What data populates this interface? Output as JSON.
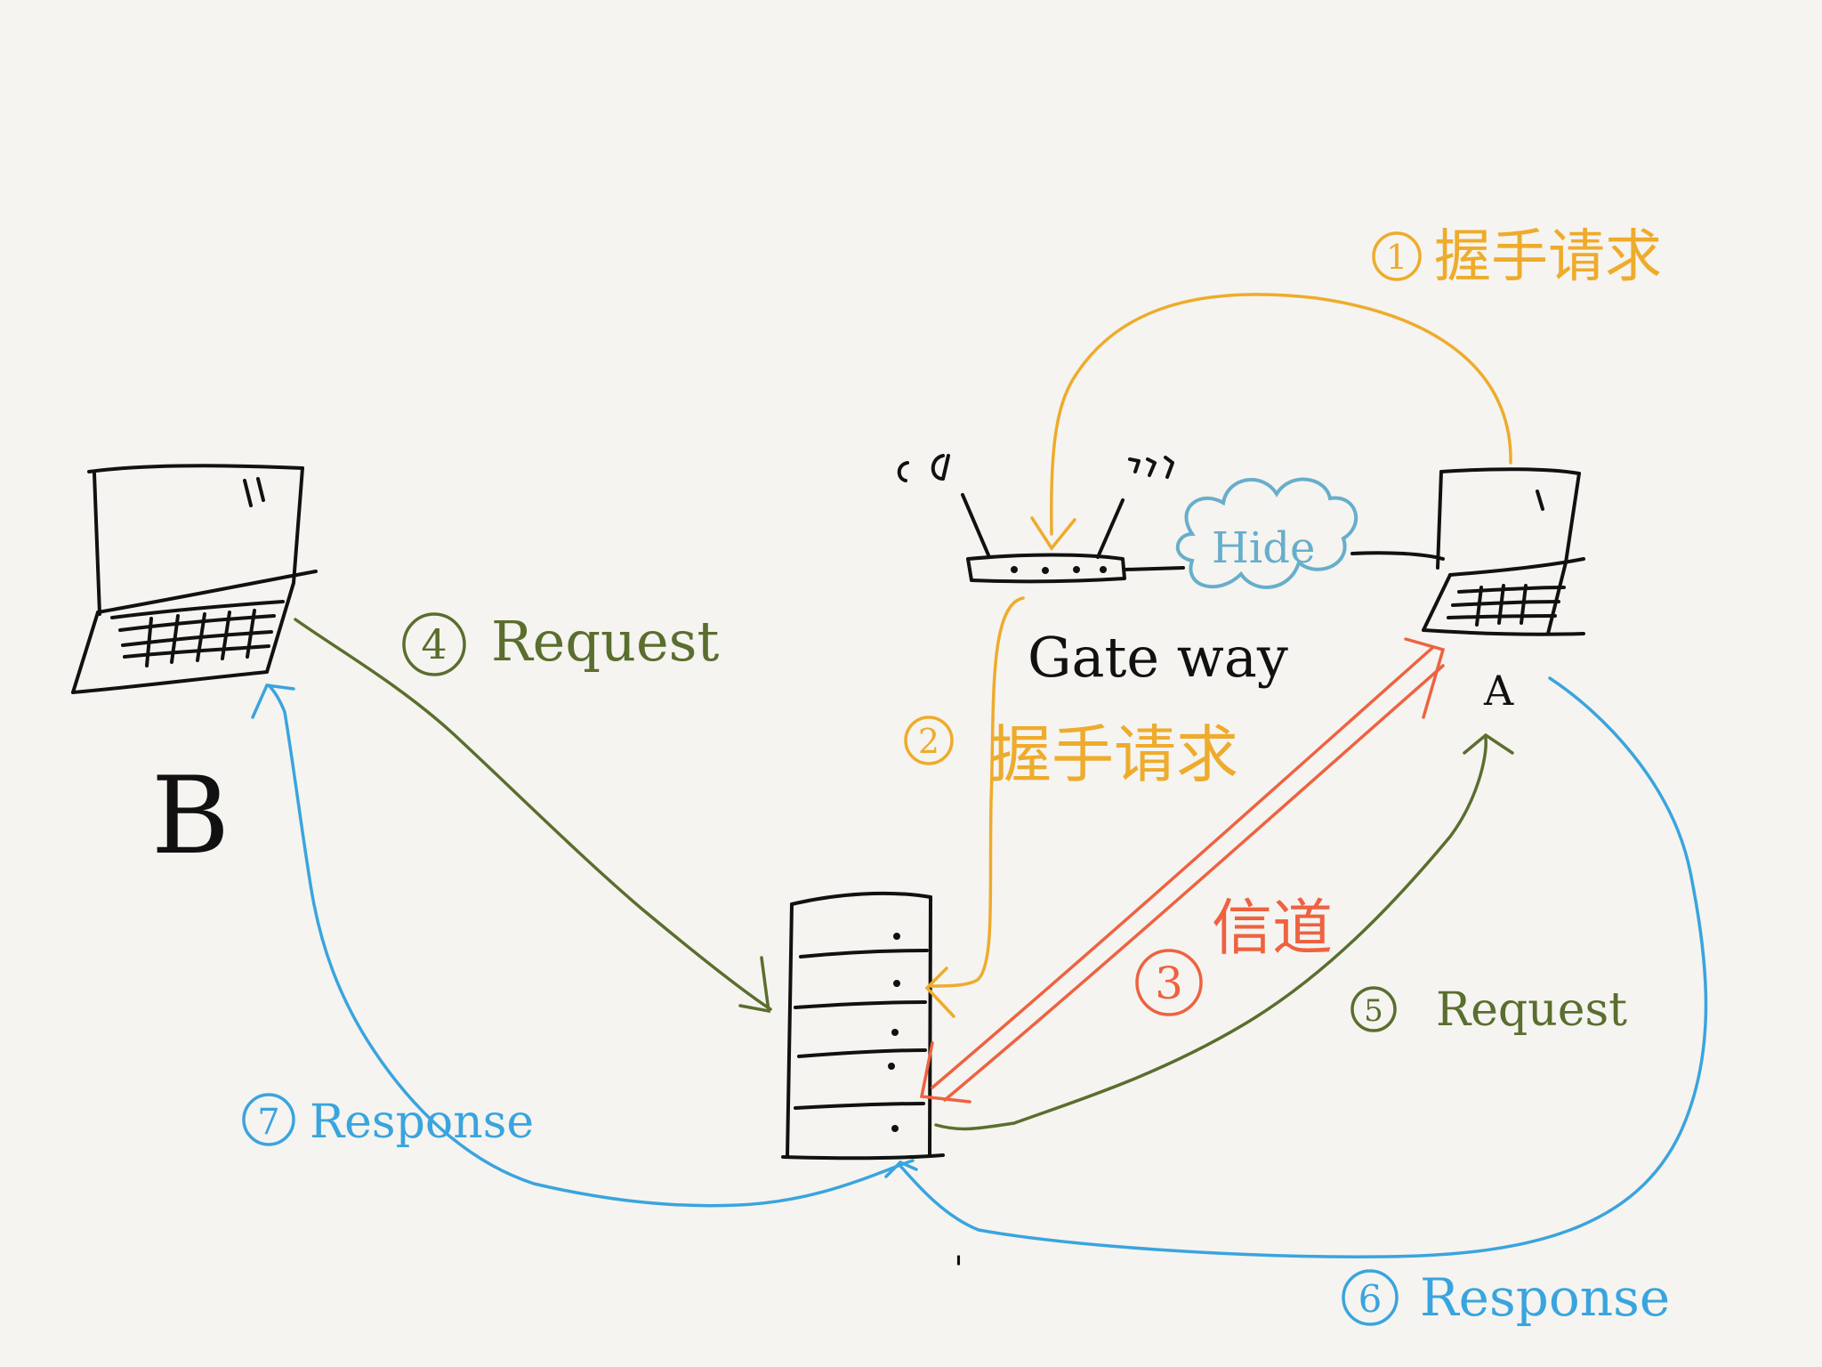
{
  "colors": {
    "background": "#f5f4f0",
    "ink": "#111111",
    "yellow": "#eeab2c",
    "green": "#5a6e2e",
    "red": "#ee6240",
    "blue": "#3aa4de",
    "cloud": "#67aecb"
  },
  "nodes": {
    "laptop_b": {
      "label": "B",
      "icon": "laptop-icon"
    },
    "laptop_a": {
      "label": "A",
      "icon": "laptop-icon"
    },
    "gateway": {
      "label": "Gate way",
      "icon": "router-icon"
    },
    "server": {
      "icon": "server-icon"
    },
    "cloud": {
      "label": "Hide",
      "icon": "cloud-icon"
    },
    "stray_mark": "'"
  },
  "steps": [
    {
      "num": "1",
      "text": "握手请求"
    },
    {
      "num": "2",
      "text": "握手请求"
    },
    {
      "num": "3",
      "text": "信道"
    },
    {
      "num": "4",
      "text": "Request"
    },
    {
      "num": "5",
      "text": "Request"
    },
    {
      "num": "6",
      "text": "Response"
    },
    {
      "num": "7",
      "text": "Response"
    }
  ]
}
